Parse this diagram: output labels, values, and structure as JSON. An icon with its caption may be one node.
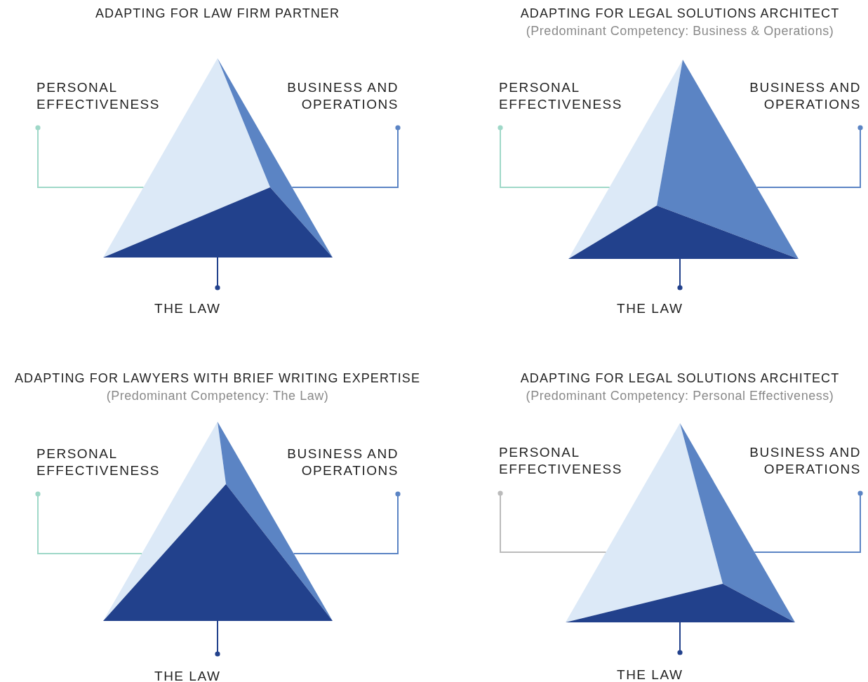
{
  "diagram": {
    "nodes": [
      {
        "text": [
          "PERSONAL EFFECTIVENESS"
        ]
      },
      {
        "text": [
          "BUSINESS AND OPERATIONS"
        ]
      },
      {
        "text": [],
        "shape": "triangle"
      },
      {
        "text": [],
        "shape": "triangle"
      },
      {
        "text": [],
        "shape": "triangle"
      },
      {
        "text": [
          "THE LAW"
        ]
      },
      {
        "text": [
          "PERSONAL EFFECTIVENESS"
        ]
      },
      {
        "text": [
          "BUSINESS AND OPERATIONS"
        ]
      },
      {
        "text": [],
        "shape": "triangle"
      },
      {
        "text": [],
        "shape": "triangle"
      },
      {
        "text": [],
        "shape": "triangle"
      },
      {
        "text": [
          "THE LAW"
        ]
      },
      {
        "text": [
          "PERSONAL EFFECTIVENESS"
        ]
      },
      {
        "text": [
          "BUSINESS AND OPERATIONS"
        ]
      },
      {
        "text": [],
        "shape": "triangle"
      },
      {
        "text": [],
        "shape": "triangle"
      },
      {
        "text": [],
        "shape": "triangle"
      },
      {
        "text": [
          "THE LAW"
        ]
      },
      {
        "text": [
          "PERSONAL EFFECTIVENESS"
        ]
      },
      {
        "text": [
          "BUSINESS AND OPERATIONS"
        ]
      },
      {
        "text": [],
        "shape": "triangle"
      },
      {
        "text": [],
        "shape": "triangle"
      },
      {
        "text": [],
        "shape": "triangle"
      },
      {
        "text": [
          "THE LAW"
        ]
      }
    ],
    "edges": [
      {
        "from": 0,
        "to": 2,
        "arrow": "other",
        "color": "#9fd8c8"
      },
      {
        "from": 1,
        "to": 3,
        "arrow": "other",
        "color": "#5b84c4"
      },
      {
        "from": 5,
        "to": 4,
        "arrow": "other",
        "color": "#22418c"
      },
      {
        "from": 6,
        "to": 8,
        "arrow": "other",
        "color": "#9fd8c8"
      },
      {
        "from": 7,
        "to": 9,
        "arrow": "other",
        "color": "#5b84c4"
      },
      {
        "from": 11,
        "to": 10,
        "arrow": "other",
        "color": "#22418c"
      },
      {
        "from": 12,
        "to": 14,
        "arrow": "other",
        "color": "#9fd8c8"
      },
      {
        "from": 13,
        "to": 15,
        "arrow": "other",
        "color": "#5b84c4"
      },
      {
        "from": 17,
        "to": 16,
        "arrow": "other",
        "color": "#22418c"
      },
      {
        "from": 18,
        "to": 20,
        "arrow": "other",
        "color": "#bbbbbb"
      },
      {
        "from": 19,
        "to": 21,
        "arrow": "other",
        "color": "#5b84c4"
      },
      {
        "from": 23,
        "to": 22,
        "arrow": "other",
        "color": "#22418c"
      }
    ],
    "labels": [
      "ADAPTING FOR LAW FIRM PARTNER",
      "ADAPTING FOR LEGAL SOLUTIONS ARCHITECT",
      "(Predominant Competency: Business & Operations)",
      "ADAPTING FOR LAWYERS WITH BRIEF WRITING EXPERTISE",
      "(Predominant Competency: The Law)",
      "ADAPTING FOR LEGAL SOLUTIONS ARCHITECT",
      "(Predominant Competency: Personal Effectiveness)"
    ]
  }
}
